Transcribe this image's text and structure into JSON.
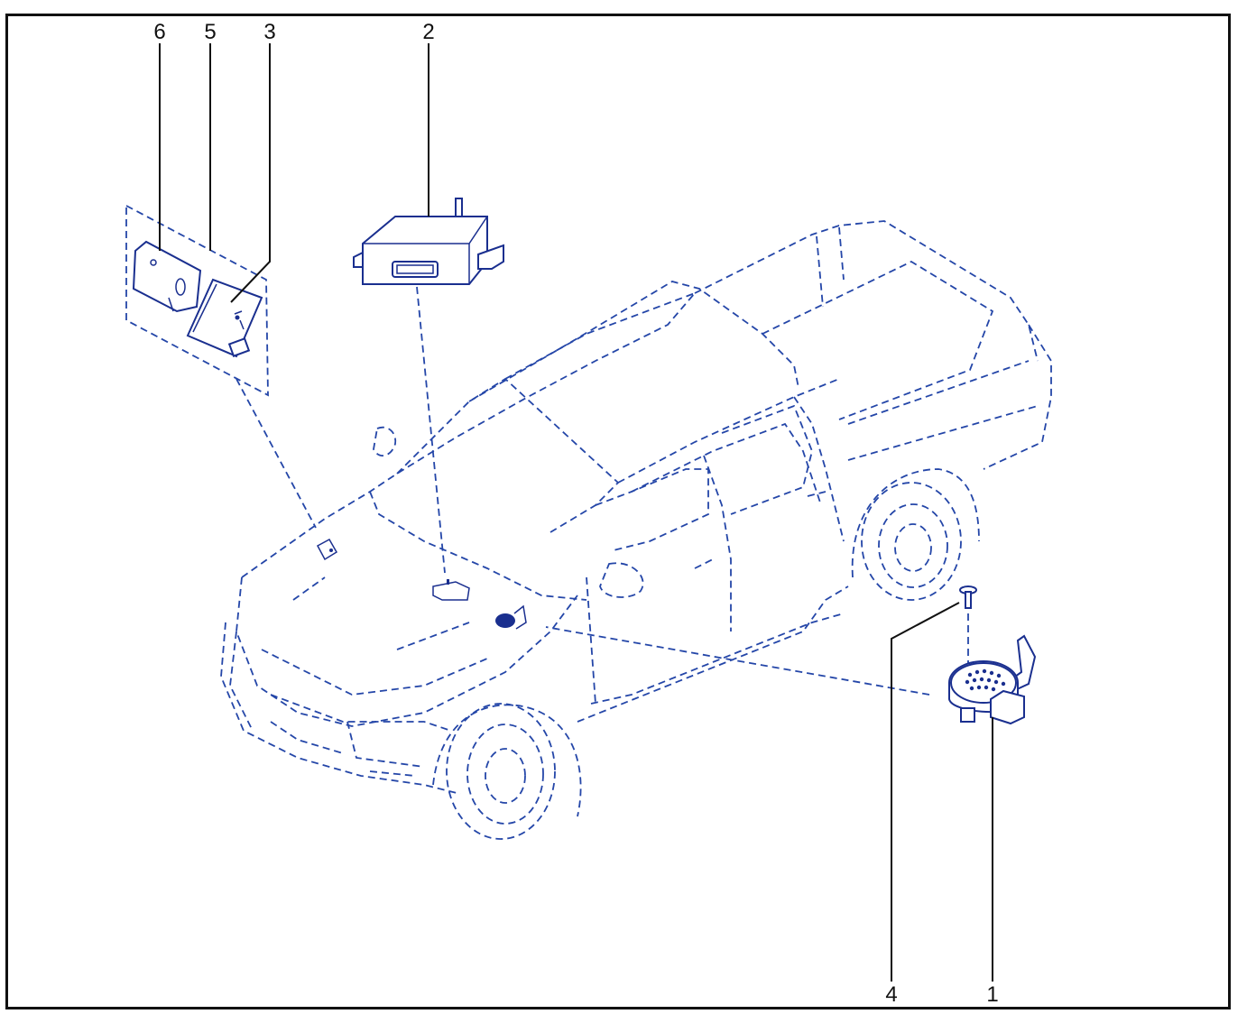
{
  "callouts": {
    "c1": "1",
    "c2": "2",
    "c3": "3",
    "c4": "4",
    "c5": "5",
    "c6": "6"
  },
  "colors": {
    "line": "#2446a8",
    "part": "#1a2f8f",
    "label": "#111111",
    "frame": "#111111"
  }
}
